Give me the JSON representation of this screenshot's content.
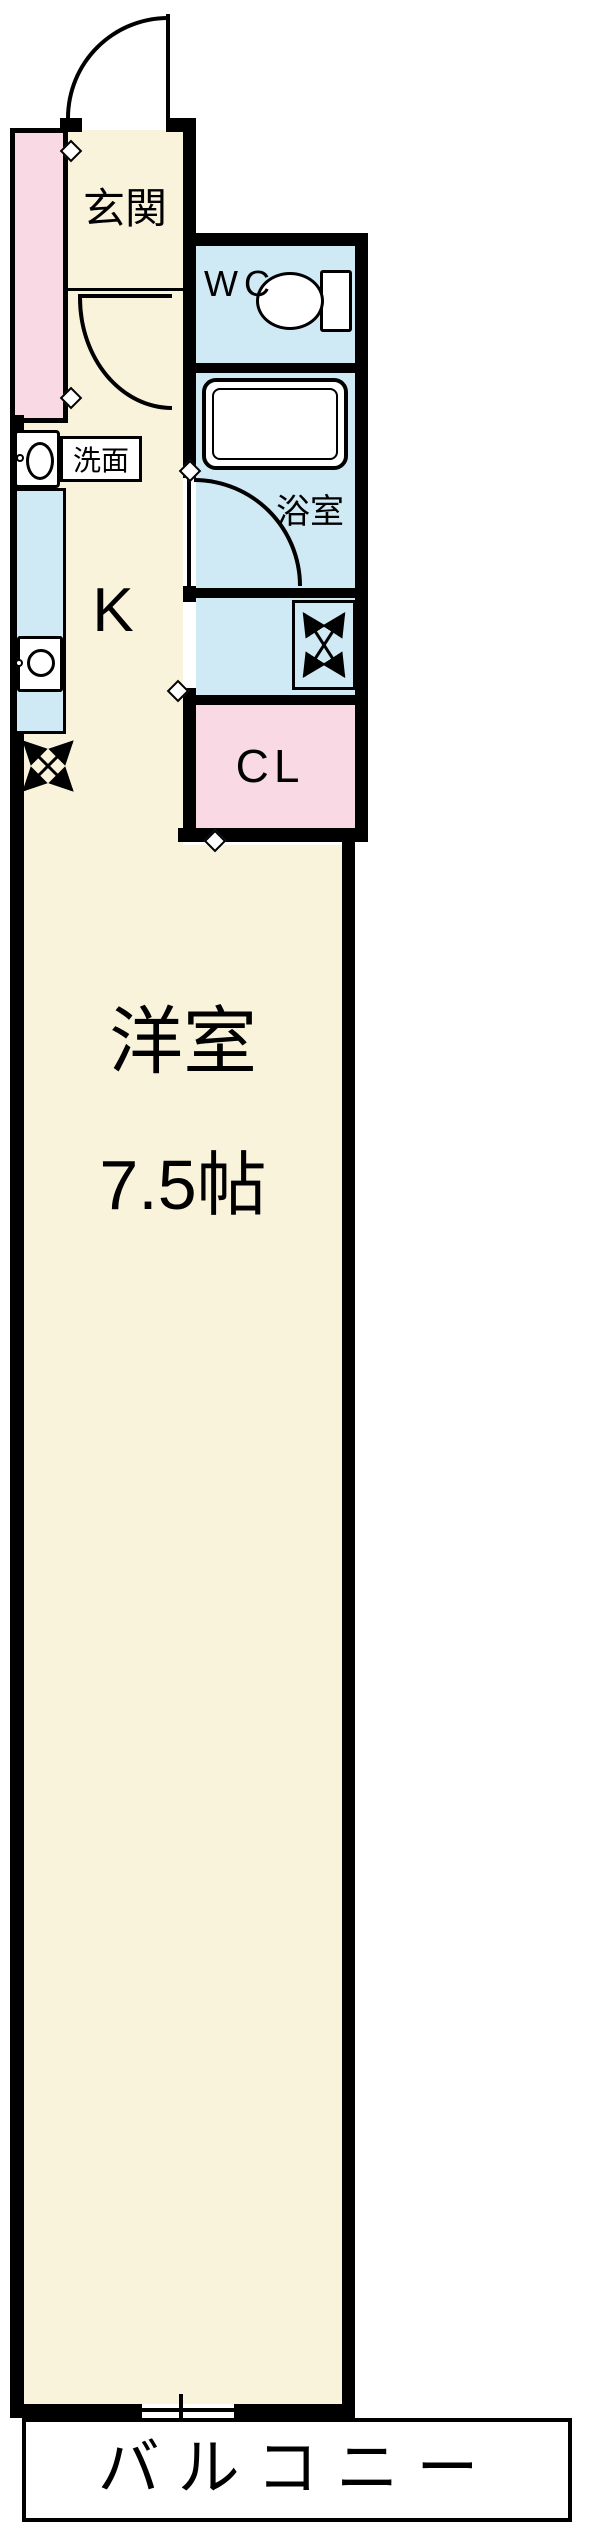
{
  "labels": {
    "genkan": "玄関",
    "wc": "WC",
    "bath": "浴室",
    "washroom": "洗面",
    "kitchen": "K",
    "closet": "CL",
    "main_room": "洋室",
    "main_room_size": "7.5帖",
    "balcony": "バルコニー"
  },
  "colors": {
    "wall": "#000000",
    "floor": "#FAF3DB",
    "wet_area": "#CFE9F5",
    "storage": "#F9D9E3",
    "background": "#FFFFFF"
  },
  "icons": {
    "entrance_door": "quarter-arc",
    "interior_door": "quarter-arc",
    "bath_door": "quarter-arc",
    "toilet": "ellipse-with-tank",
    "bathtub": "double-rounded-rect",
    "sink": "oval-basin-in-box",
    "stove": "circle-in-square",
    "washing_machine_space": "crossed-arrows-in-box",
    "refrigerator_space": "crossed-arrows",
    "opening_marker": "white-diamond",
    "window": "thin-line-with-tick"
  }
}
